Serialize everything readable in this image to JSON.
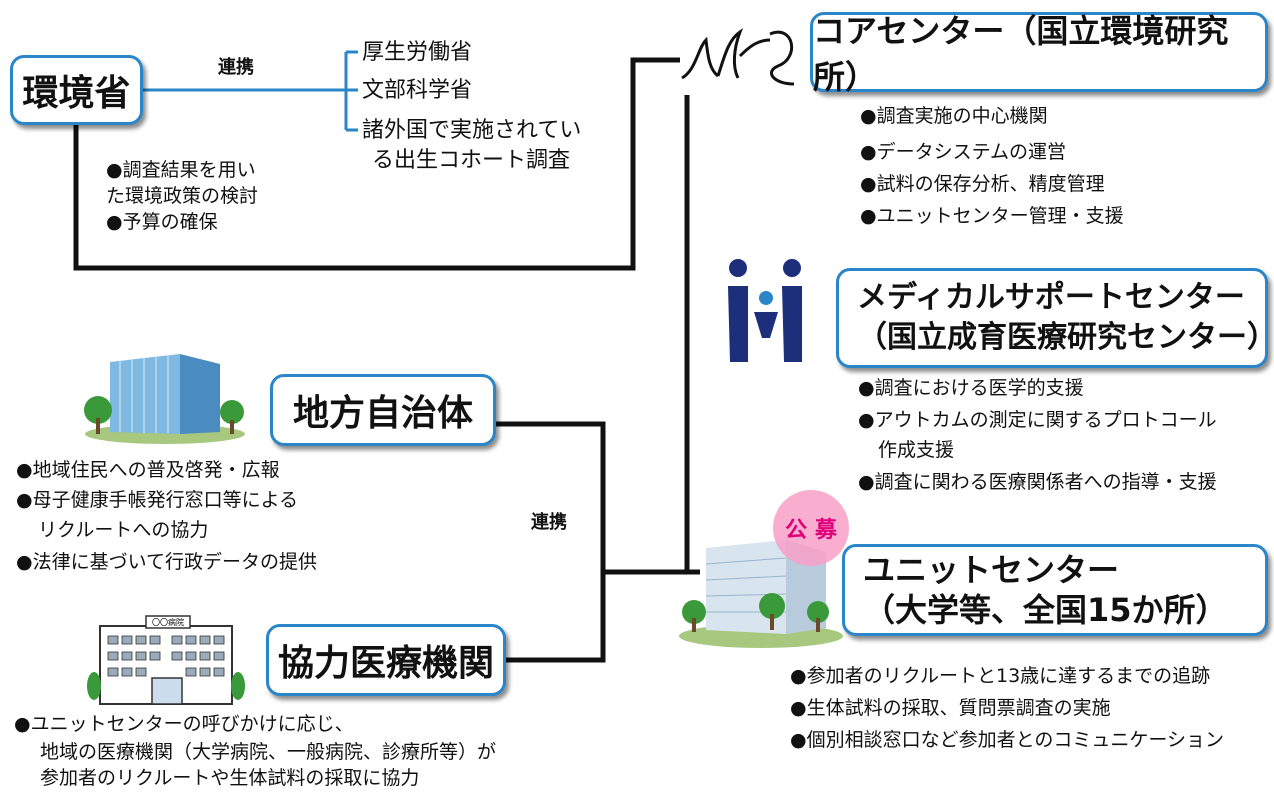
{
  "moe": {
    "box_label": "環境省",
    "renkei": "連携",
    "partners": [
      "厚生労働省",
      "文部科学省",
      "諸外国で実施されてい",
      "る出生コホート調査"
    ],
    "roles": [
      "●調査結果を用い",
      "た環境政策の検討",
      "●予算の確保"
    ]
  },
  "core": {
    "logo_text": "JECS",
    "box_label": "コアセンター（国立環境研究所）",
    "roles": [
      "●調査実施の中心機関",
      "●データシステムの運営",
      "●試料の保存分析、精度管理",
      "●ユニットセンター管理・支援"
    ]
  },
  "medical": {
    "box_line1": "メディカルサポートセンター",
    "box_line2": "（国立成育医療研究センター）",
    "roles": [
      "●調査における医学的支援",
      "●アウトカムの測定に関するプロトコール",
      "作成支援",
      "●調査に関わる医療関係者への指導・支援"
    ]
  },
  "local_gov": {
    "box_label": "地方自治体",
    "roles": [
      "●地域住民への普及啓発・広報",
      "●母子健康手帳発行窓口等による",
      "リクルートへの協力",
      "●法律に基づいて行政データの提供"
    ]
  },
  "renkei_center": "連携",
  "hospital": {
    "box_label": "協力医療機関",
    "sign_text": "〇〇病院",
    "roles": [
      "●ユニットセンターの呼びかけに応じ、",
      "地域の医療機関（大学病院、一般病院、診療所等）が",
      "参加者のリクルートや生体試料の採取に協力"
    ]
  },
  "unit": {
    "badge": "公 募",
    "box_line1": "ユニットセンター",
    "box_line2": "（大学等、全国15か所）",
    "roles": [
      "●参加者のリクルートと13歳に達するまでの追跡",
      "●生体試料の採取、質問票調査の実施",
      "●個別相談窓口など参加者とのコミュニケーション"
    ]
  },
  "colors": {
    "box_border": "#2a86c8",
    "connector": "#111111",
    "badge_text": "#e0007a"
  }
}
